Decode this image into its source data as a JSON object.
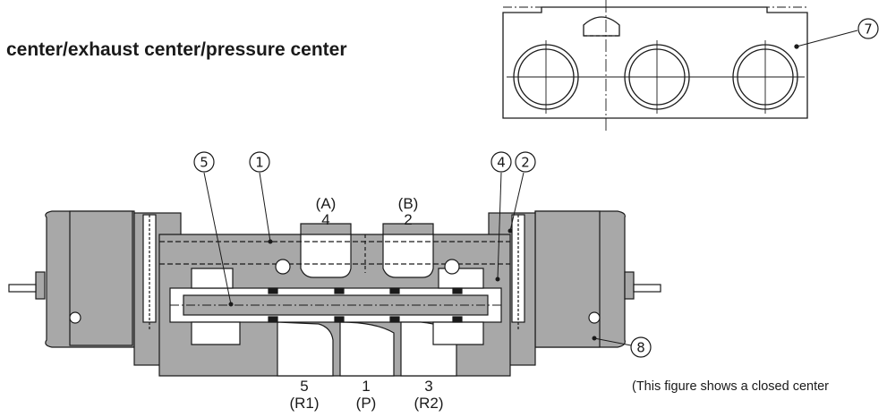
{
  "heading": "center/exhaust center/pressure center",
  "caption": "(This figure shows a closed center",
  "callouts": {
    "c1": "1",
    "c2": "2",
    "c4": "4",
    "c5": "5",
    "c7": "7",
    "c8": "8"
  },
  "ports": {
    "a_name": "(A)",
    "a_num": "4",
    "b_name": "(B)",
    "b_num": "2",
    "r1_num": "5",
    "r1_name": "(R1)",
    "p_num": "1",
    "p_name": "(P)",
    "r2_num": "3",
    "r2_name": "(R2)"
  },
  "colors": {
    "body_fill": "#a8a8a8",
    "line": "#1a1a1a",
    "background": "#ffffff"
  }
}
